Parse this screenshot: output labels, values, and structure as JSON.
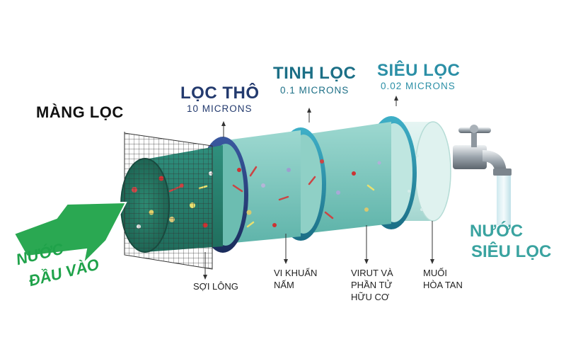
{
  "labels": {
    "membrane": "MÀNG LỌC",
    "coarse_title": "LỌC THÔ",
    "coarse_sub": "10 MICRONS",
    "fine_title": "TINH LỌC",
    "fine_sub": "0.1 MICRONS",
    "ultra_title": "SIÊU LỌC",
    "ultra_sub": "0.02 MICRONS",
    "input_line1": "NƯỚC",
    "input_line2": "ĐẦU VÀO",
    "output_line1": "NƯỚC",
    "output_line2": "SIÊU LỌC"
  },
  "captions": {
    "fiber": "SỢI LÔNG",
    "bacteria": "VI KHUẨN\nNẤM",
    "virus": "VIRUT VÀ\nPHẦN TỬ\nHỮU CƠ",
    "salt": "MUỐI\nHÒA TAN"
  },
  "colors": {
    "navy": "#233a6e",
    "teal": "#2b8fa6",
    "green": "#1fa24a",
    "teal_text": "#3aa3a0",
    "dark_green": "#2d6b55"
  }
}
